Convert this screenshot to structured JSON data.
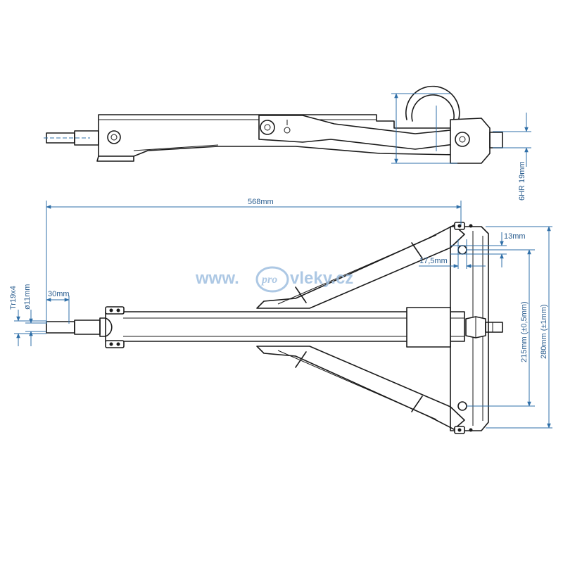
{
  "dimensions": {
    "overall_length": "568mm",
    "inner_rod": "30mm",
    "thread": "Tr19x4",
    "rod_diameter": "ø11mm",
    "hex": "6HR 19mm",
    "hole_height": "13mm",
    "hole_offset": "17,5mm",
    "hole_spacing": "215mm (±0,5mm)",
    "total_width": "280mm (±1mm)"
  },
  "watermark": {
    "prefix": "www.",
    "badge": "pro",
    "suffix": "vleky.cz"
  },
  "colors": {
    "outline": "#1a1a1a",
    "dimension": "#2f6fa8",
    "watermark": "#9fbfe0"
  }
}
